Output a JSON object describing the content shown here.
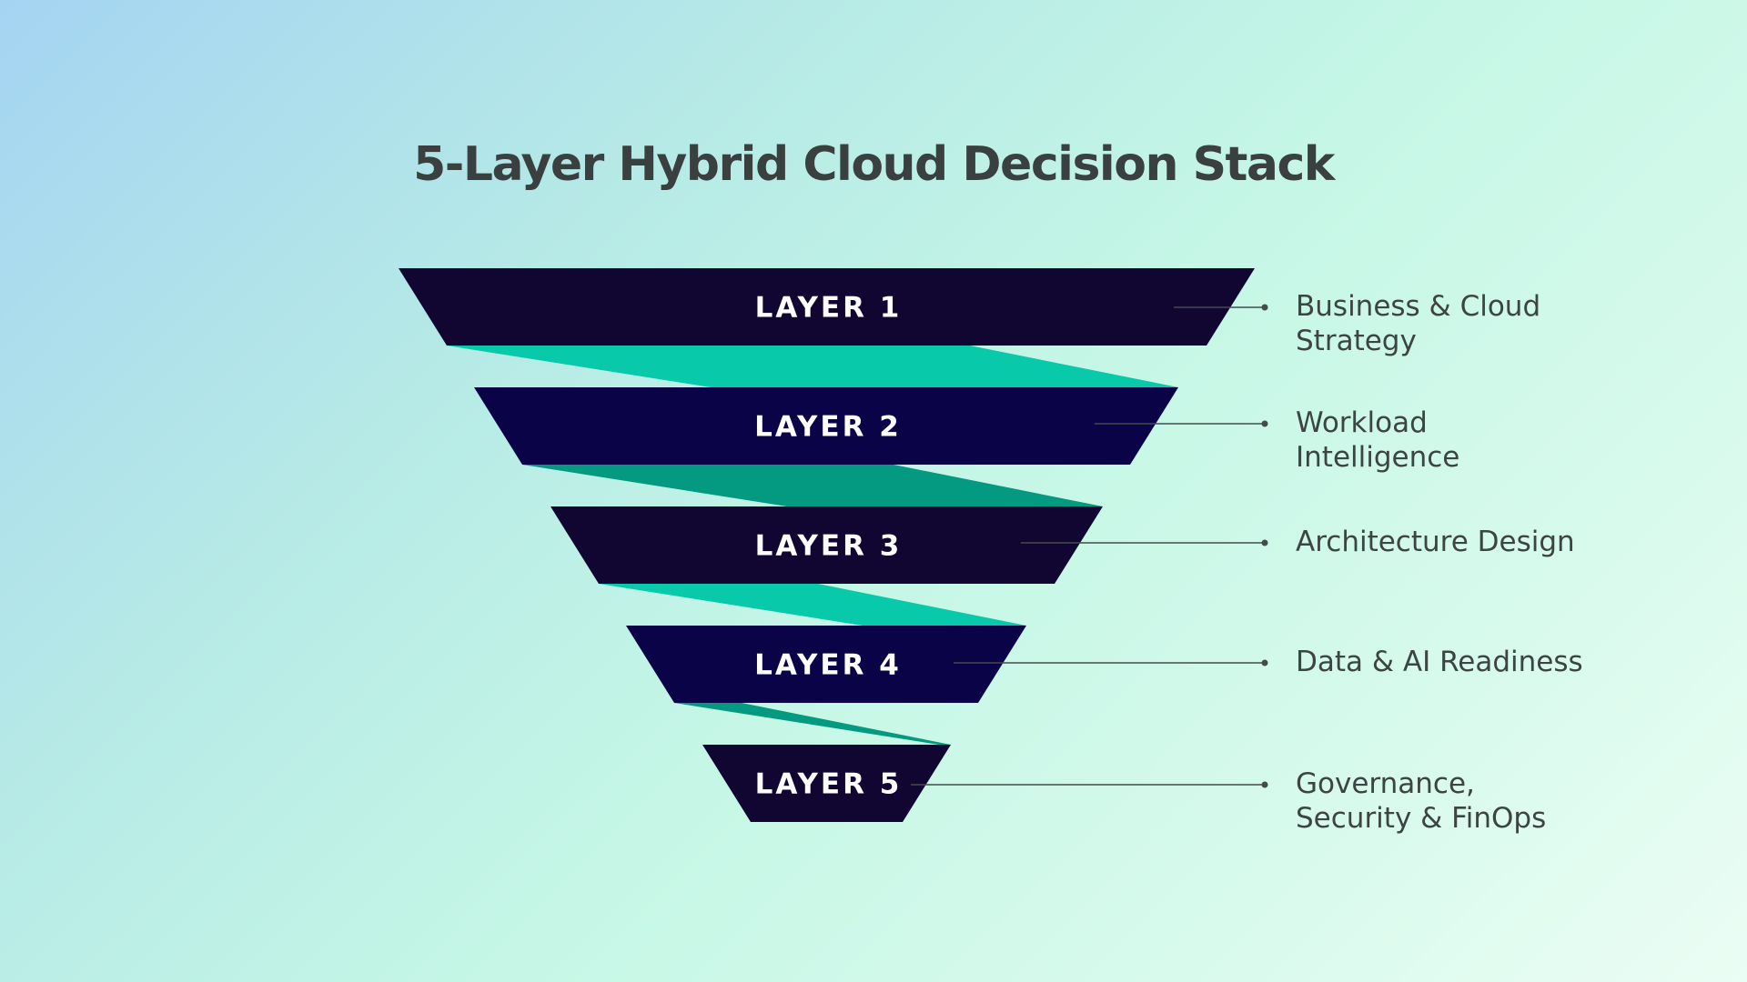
{
  "title": "5-Layer Hybrid Cloud Decision Stack",
  "colors": {
    "layer_dark_a": "#100631",
    "layer_dark_b": "#0b0347",
    "connector_light": "#08c9aa",
    "connector_dark": "#049a82",
    "leader_line": "#444b4b",
    "text": "#3d4444"
  },
  "layers": [
    {
      "label": "LAYER 1",
      "description_lines": [
        "Business & Cloud",
        "Strategy"
      ]
    },
    {
      "label": "LAYER 2",
      "description_lines": [
        "Workload",
        "Intelligence"
      ]
    },
    {
      "label": "LAYER 3",
      "description_lines": [
        "Architecture Design"
      ]
    },
    {
      "label": "LAYER 4",
      "description_lines": [
        "Data & AI Readiness"
      ]
    },
    {
      "label": "LAYER 5",
      "description_lines": [
        "Governance,",
        "Security & FinOps"
      ]
    }
  ]
}
